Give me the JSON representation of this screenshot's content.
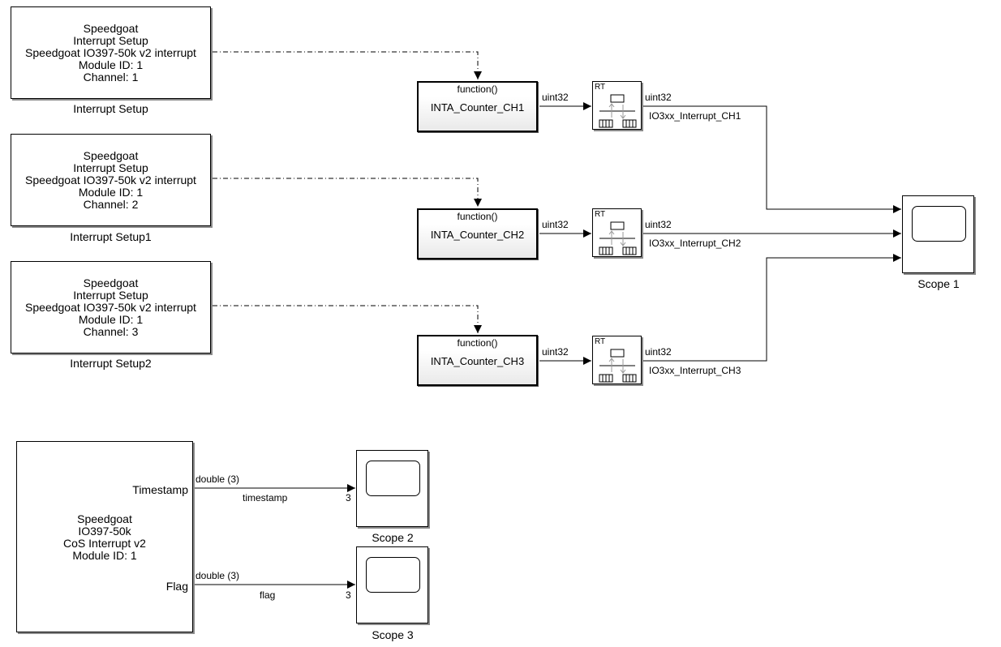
{
  "interrupt_setups": [
    {
      "lines": [
        "Speedgoat",
        "Interrupt Setup",
        "Speedgoat IO397-50k v2 interrupt",
        "Module ID: 1",
        "Channel: 1"
      ],
      "caption": "Interrupt Setup"
    },
    {
      "lines": [
        "Speedgoat",
        "Interrupt Setup",
        "Speedgoat IO397-50k v2 interrupt",
        "Module ID: 1",
        "Channel: 2"
      ],
      "caption": "Interrupt Setup1"
    },
    {
      "lines": [
        "Speedgoat",
        "Interrupt Setup",
        "Speedgoat IO397-50k v2 interrupt",
        "Module ID: 1",
        "Channel: 3"
      ],
      "caption": "Interrupt Setup2"
    }
  ],
  "function_blocks": [
    {
      "trigger": "function()",
      "name": "INTA_Counter_CH1"
    },
    {
      "trigger": "function()",
      "name": "INTA_Counter_CH2"
    },
    {
      "trigger": "function()",
      "name": "INTA_Counter_CH3"
    }
  ],
  "rate_transitions": [
    {
      "label": "RT",
      "in_type": "uint32",
      "out_type": "uint32",
      "signal": "IO3xx_Interrupt_CH1"
    },
    {
      "label": "RT",
      "in_type": "uint32",
      "out_type": "uint32",
      "signal": "IO3xx_Interrupt_CH2"
    },
    {
      "label": "RT",
      "in_type": "uint32",
      "out_type": "uint32",
      "signal": "IO3xx_Interrupt_CH3"
    }
  ],
  "scopes": {
    "scope1": "Scope 1",
    "scope2": "Scope 2",
    "scope3": "Scope 3"
  },
  "cos_block": {
    "lines": [
      "Speedgoat",
      "IO397-50k",
      "CoS Interrupt v2",
      "Module ID: 1"
    ],
    "port_timestamp": "Timestamp",
    "port_flag": "Flag"
  },
  "cos_signals": {
    "timestamp_type": "double (3)",
    "timestamp_name": "timestamp",
    "timestamp_width": "3",
    "flag_type": "double (3)",
    "flag_name": "flag",
    "flag_width": "3"
  }
}
